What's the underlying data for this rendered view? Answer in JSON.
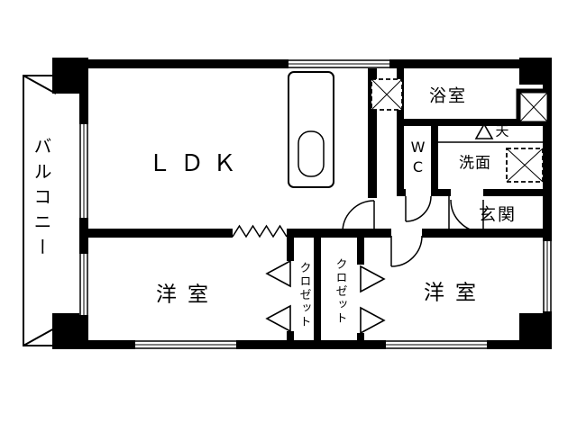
{
  "rooms": {
    "balcony": "バルコニー",
    "ldk": "ＬＤＫ",
    "bath": "浴室",
    "ten": "天",
    "wc": "WC",
    "washroom": "洗面",
    "entrance": "玄関",
    "bedroom_left": "洋室",
    "closet_left": "クロゼット",
    "closet_right": "クロゼット",
    "bedroom_right": "洋室"
  },
  "colors": {
    "line": "#000000",
    "background": "#ffffff"
  }
}
